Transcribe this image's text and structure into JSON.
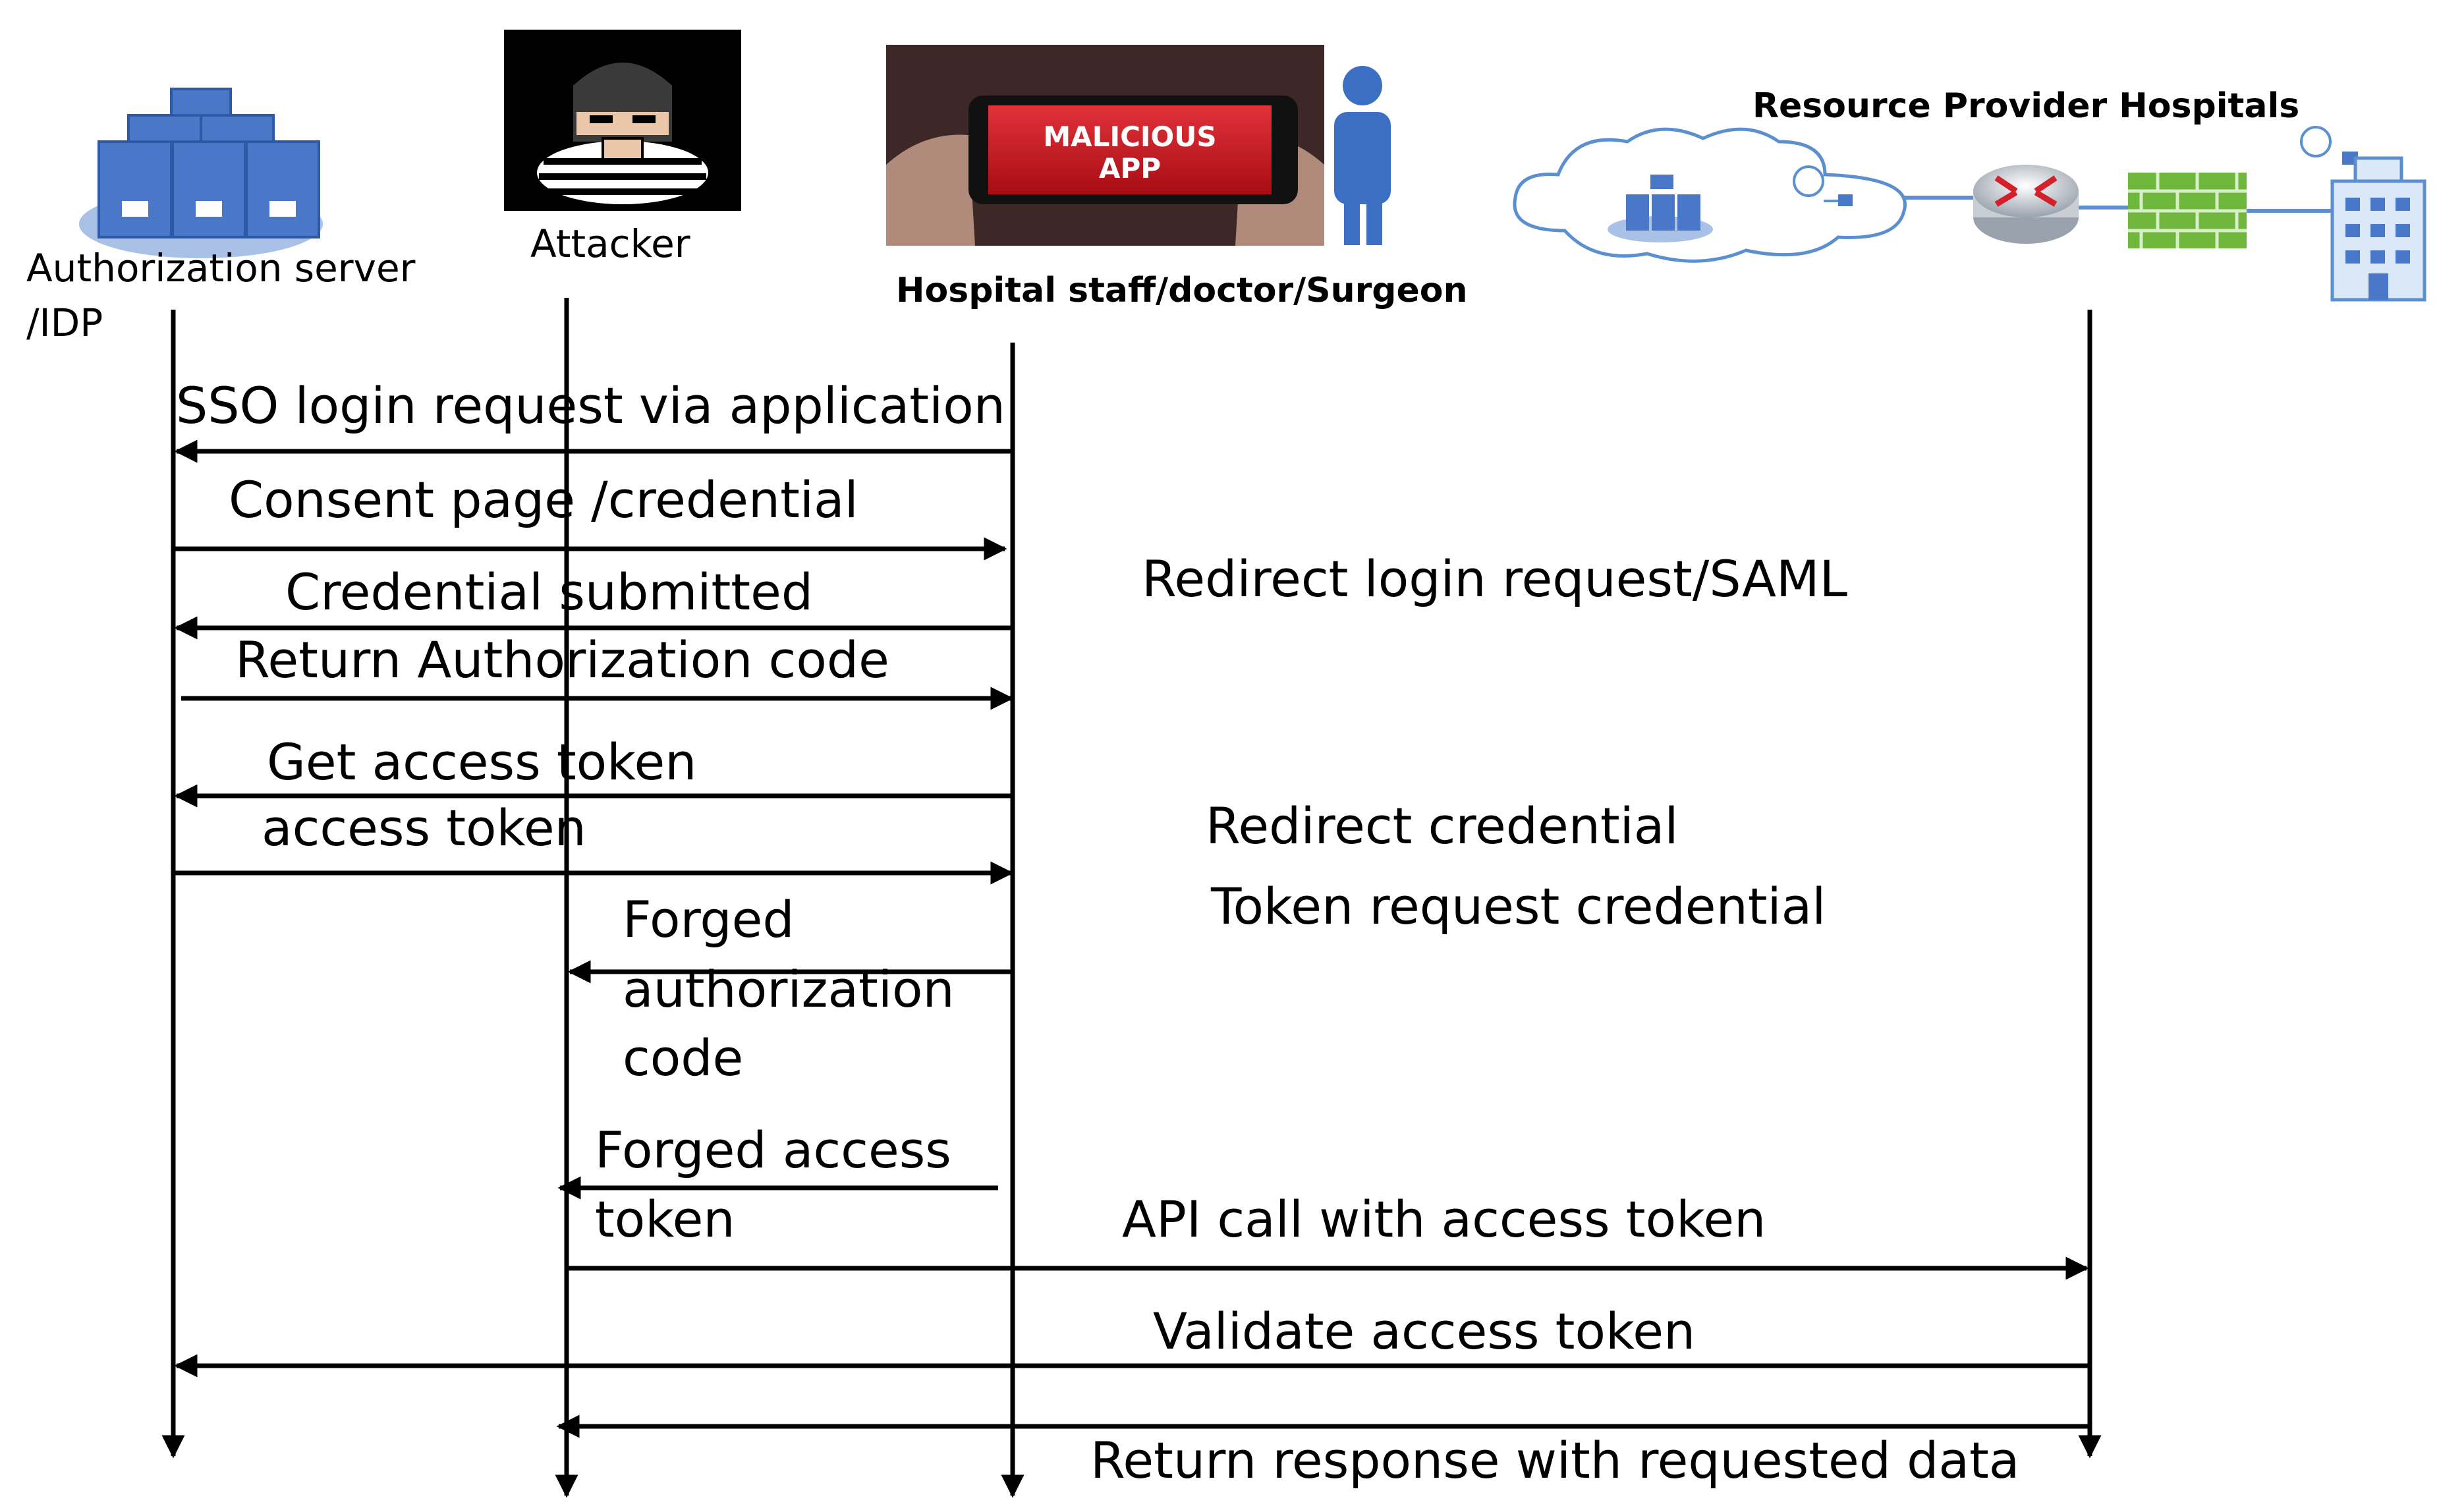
{
  "actors": {
    "auth_server_line1": "Authorization server",
    "auth_server_line2": "/IDP",
    "attacker": "Attacker",
    "hospital_staff": "Hospital staff/doctor/Surgeon",
    "resource_provider": "Resource Provider Hospitals",
    "malicious_app_line1": "MALICIOUS",
    "malicious_app_line2": "APP"
  },
  "messages": {
    "sso_login": "SSO login request via application",
    "consent_page": "Consent page /credential",
    "credential_submitted": "Credential submitted",
    "return_auth_code": "Return Authorization code",
    "get_access_token": "Get access token",
    "access_token": "access token",
    "forged_auth_line1": "Forged",
    "forged_auth_line2": "authorization",
    "forged_auth_line3": "code",
    "forged_access_line1": "Forged access",
    "forged_access_line2": "token",
    "api_call": "API call with access token",
    "validate_token": "Validate access token",
    "return_response": "Return response with requested data"
  },
  "side_notes": {
    "redirect_login": "Redirect login request/SAML",
    "redirect_credential": "Redirect credential",
    "token_request": "Token request credential"
  },
  "icons": {
    "auth_server": "server-cluster-icon",
    "attacker": "masked-thief-icon",
    "malicious_app": "smartphone-malicious-app-icon",
    "staff": "person-icon",
    "resource_provider": "cloud-network-router-firewall-hospital-icon"
  },
  "colors": {
    "server_blue": "#4a78c8",
    "person_blue": "#3b6fc4",
    "malicious_red": "#c8141e",
    "firewall_green": "#6fb63c",
    "cloud_stroke": "#5b8fd0"
  }
}
